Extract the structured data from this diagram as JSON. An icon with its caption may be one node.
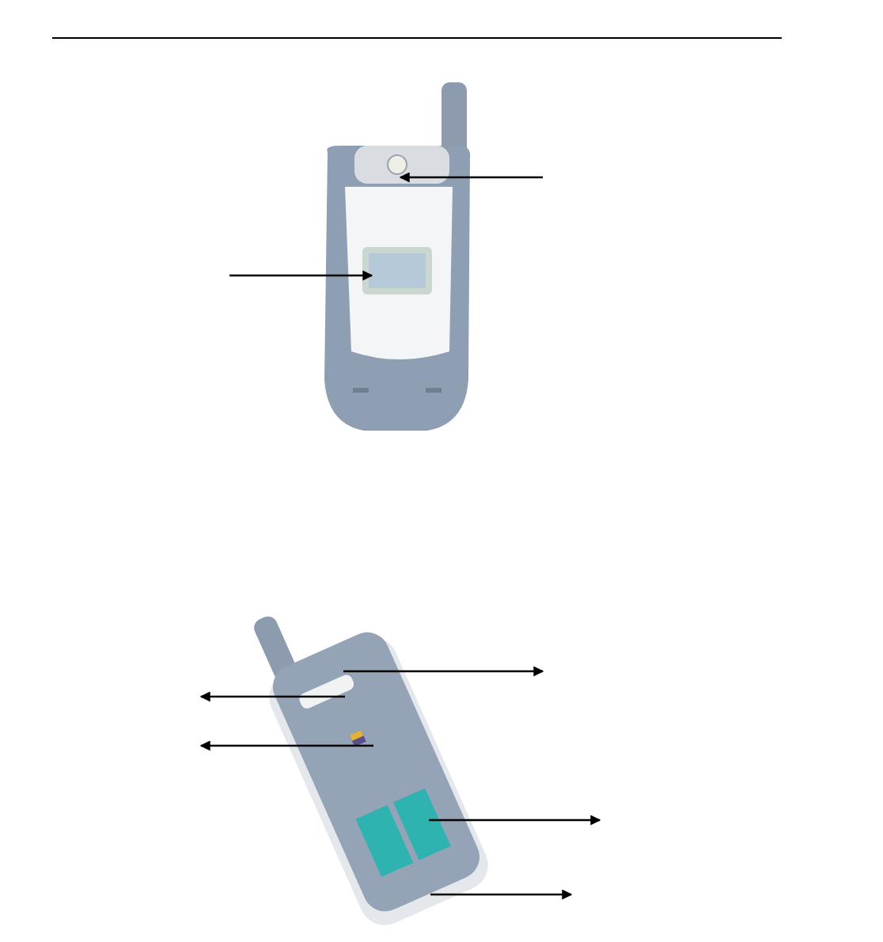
{
  "diagram": {
    "nodes": [
      {
        "text": [],
        "shape": "picture"
      },
      {
        "text": [],
        "shape": "picture"
      }
    ],
    "edges": [
      {
        "from": null,
        "to": 0,
        "arrow": "to"
      },
      {
        "from": null,
        "to": 0,
        "arrow": "to"
      },
      {
        "from": 1,
        "to": null,
        "arrow": "to"
      },
      {
        "from": 1,
        "to": null,
        "arrow": "to"
      },
      {
        "from": 1,
        "to": null,
        "arrow": "to"
      },
      {
        "from": 1,
        "to": null,
        "arrow": "to"
      },
      {
        "from": 1,
        "to": null,
        "arrow": "to"
      }
    ]
  }
}
